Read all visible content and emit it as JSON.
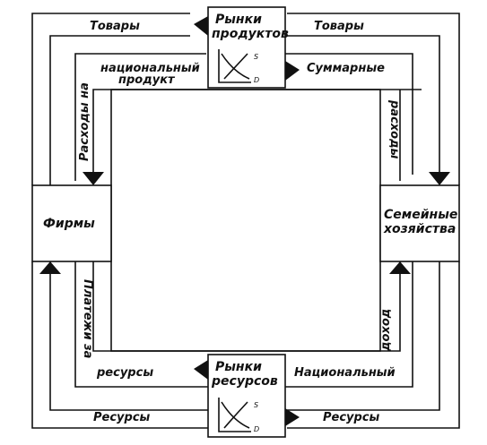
{
  "boxes": {
    "product_markets": {
      "lines": [
        "Рынки",
        "продуктов"
      ],
      "curve_labels": {
        "s": "S",
        "d": "D"
      }
    },
    "resource_markets": {
      "lines": [
        "Рынки",
        "ресурсов"
      ],
      "curve_labels": {
        "s": "S",
        "d": "D"
      }
    },
    "firms": {
      "label": "Фирмы"
    },
    "households": {
      "lines": [
        "Семейные",
        "хозяйства"
      ]
    }
  },
  "flows": {
    "goods_left": "Товары",
    "goods_right": "Товары",
    "spending_national_line1": "национальный",
    "spending_national_line2": "продукт",
    "spending_on": "Расходы на",
    "aggregate": "Суммарные",
    "expenditures": "расходы",
    "payments_for": "Платежи за",
    "resources_inner": "ресурсы",
    "national": "Национальный",
    "income": "доход",
    "resources_bottom_left": "Ресурсы",
    "resources_bottom_right": "Ресурсы"
  },
  "colors": {
    "line": "#111111",
    "background": "#ffffff"
  }
}
